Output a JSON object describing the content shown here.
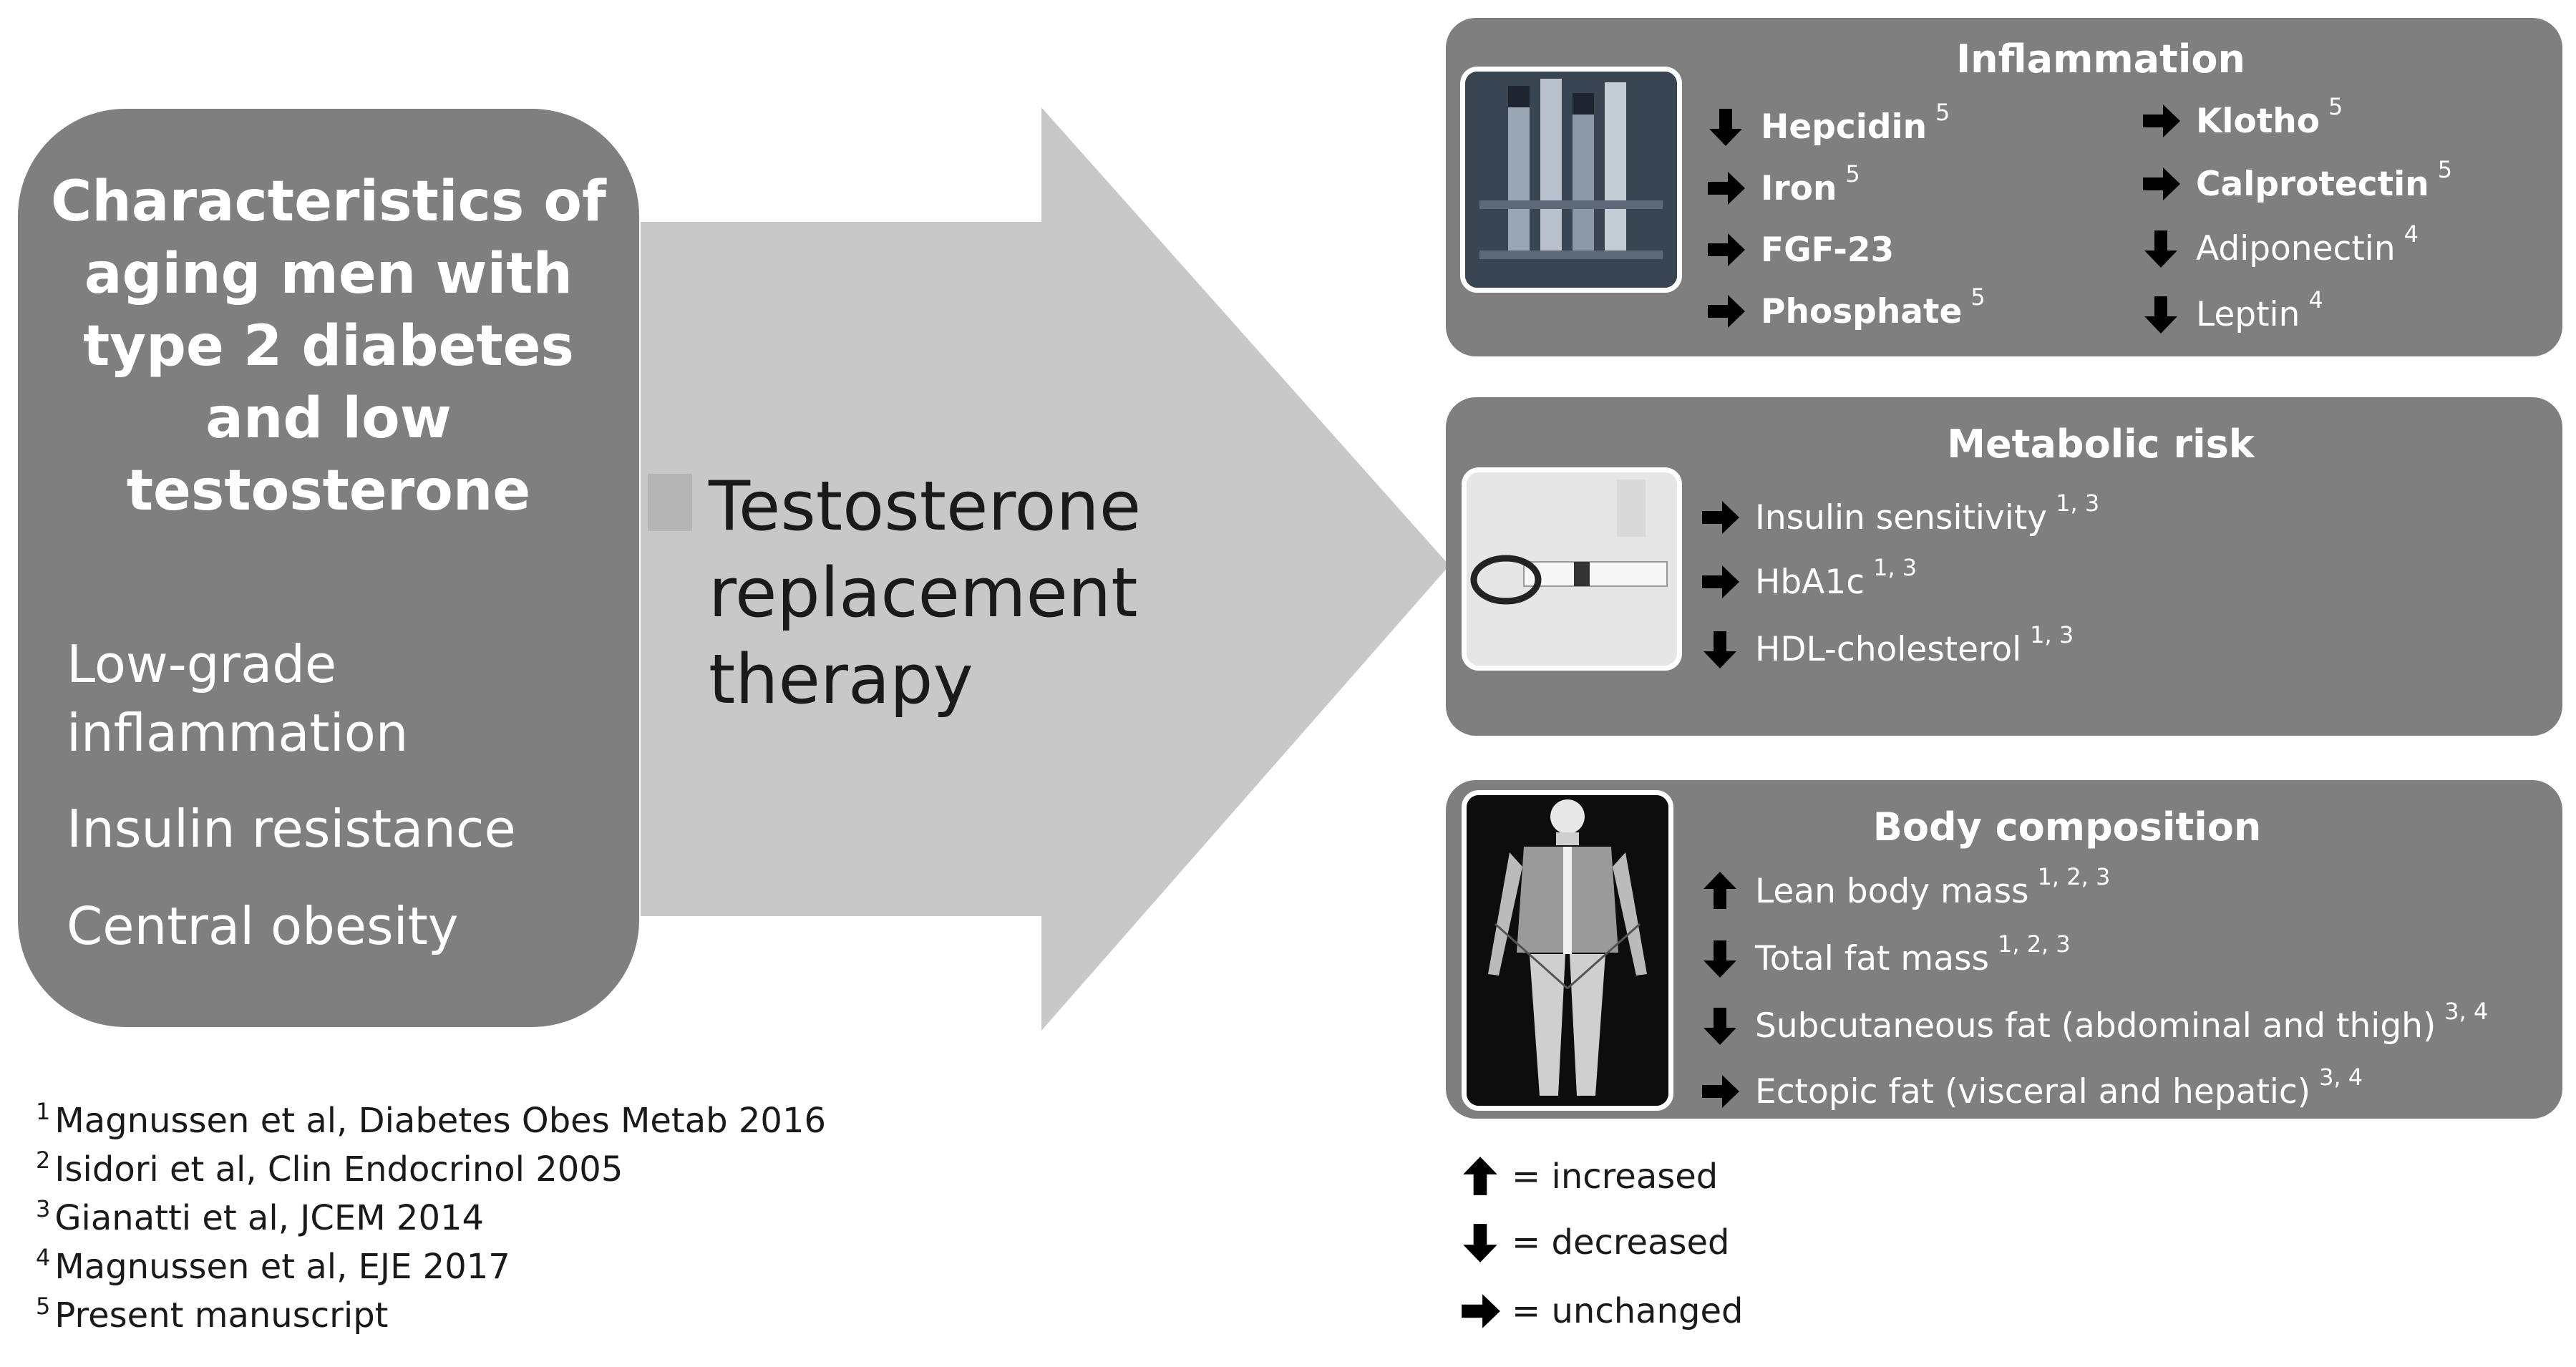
{
  "left_box": {
    "title": "Characteristics of\naging men with\ntype 2 diabetes\nand low\ntestosterone",
    "characteristics": [
      "Low-grade\ninflammation",
      "Insulin resistance",
      "Central obesity"
    ]
  },
  "arrow_text": "Testosterone\nreplacement\ntherapy",
  "panels": {
    "inflammation": {
      "title": "Inflammation",
      "col1": [
        {
          "dir": "down",
          "label": "Hepcidin",
          "refs": "5",
          "bold": true
        },
        {
          "dir": "right",
          "label": "Iron",
          "refs": "5",
          "bold": true
        },
        {
          "dir": "right",
          "label": "FGF-23",
          "refs": "",
          "bold": true
        },
        {
          "dir": "right",
          "label": "Phosphate",
          "refs": "5",
          "bold": true
        }
      ],
      "col2": [
        {
          "dir": "right",
          "label": "Klotho",
          "refs": "5",
          "bold": true
        },
        {
          "dir": "right",
          "label": "Calprotectin",
          "refs": "5",
          "bold": true
        },
        {
          "dir": "down",
          "label": "Adiponectin",
          "refs": "4",
          "bold": false
        },
        {
          "dir": "down",
          "label": "Leptin",
          "refs": "4",
          "bold": false
        }
      ]
    },
    "metabolic": {
      "title": "Metabolic risk",
      "items": [
        {
          "dir": "right",
          "label": "Insulin sensitivity",
          "refs": "1, 3"
        },
        {
          "dir": "right",
          "label": "HbA1c",
          "refs": "1, 3"
        },
        {
          "dir": "down",
          "label": "HDL-cholesterol",
          "refs": "1, 3"
        }
      ]
    },
    "body": {
      "title": "Body composition",
      "items": [
        {
          "dir": "up",
          "label": "Lean body mass",
          "refs": "1, 2, 3"
        },
        {
          "dir": "down",
          "label": "Total fat mass",
          "refs": "1, 2, 3"
        },
        {
          "dir": "down",
          "label": "Subcutaneous fat (abdominal and thigh)",
          "refs": "3, 4"
        },
        {
          "dir": "right",
          "label": "Ectopic fat (visceral and hepatic)",
          "refs": "3, 4"
        }
      ]
    }
  },
  "legend": [
    {
      "dir": "up",
      "label": "= increased"
    },
    {
      "dir": "down",
      "label": "= decreased"
    },
    {
      "dir": "right",
      "label": "= unchanged"
    }
  ],
  "references": [
    {
      "num": "1",
      "text": "Magnussen et al, Diabetes Obes Metab 2016"
    },
    {
      "num": "2",
      "text": "Isidori et al, Clin Endocrinol 2005"
    },
    {
      "num": "3",
      "text": "Gianatti et al, JCEM 2014"
    },
    {
      "num": "4",
      "text": "Magnussen et al, EJE 2017"
    },
    {
      "num": "5",
      "text": "Present manuscript"
    }
  ],
  "colors": {
    "panel": "#7f7f7f",
    "arrow": "#c8c8c8",
    "text_dark": "#1a1a1a",
    "text_light": "#ffffff"
  }
}
